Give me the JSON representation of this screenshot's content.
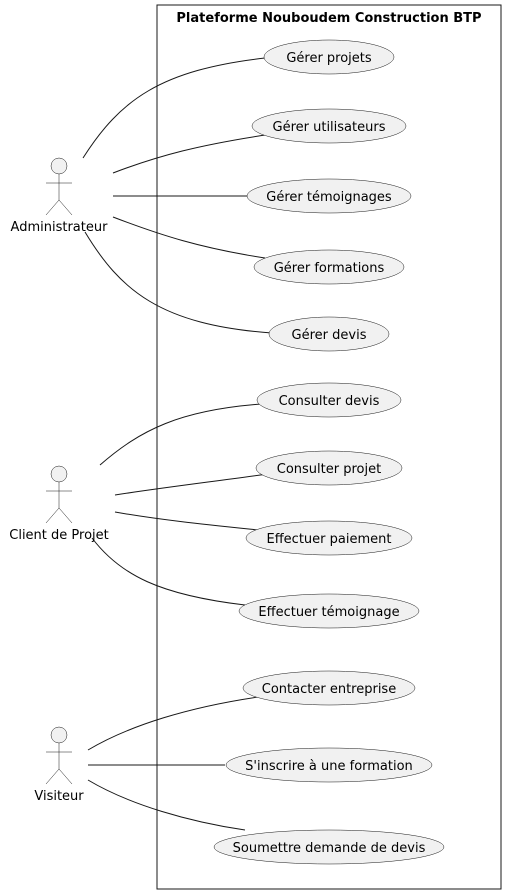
{
  "system": {
    "title": "Plateforme Nouboudem Construction BTP"
  },
  "actors": {
    "admin": {
      "label": "Administrateur"
    },
    "client": {
      "label": "Client de Projet"
    },
    "visitor": {
      "label": "Visiteur"
    }
  },
  "use_cases": {
    "gerer_projets": "Gérer projets",
    "gerer_utilisateurs": "Gérer utilisateurs",
    "gerer_temoignages": "Gérer témoignages",
    "gerer_formations": "Gérer formations",
    "gerer_devis": "Gérer devis",
    "consulter_devis": "Consulter devis",
    "consulter_projet": "Consulter projet",
    "effectuer_paiement": "Effectuer paiement",
    "effectuer_temoignage": "Effectuer témoignage",
    "contacter_entreprise": "Contacter entreprise",
    "inscrire_formation": "S'inscrire à une formation",
    "soumettre_devis": "Soumettre demande de devis"
  }
}
